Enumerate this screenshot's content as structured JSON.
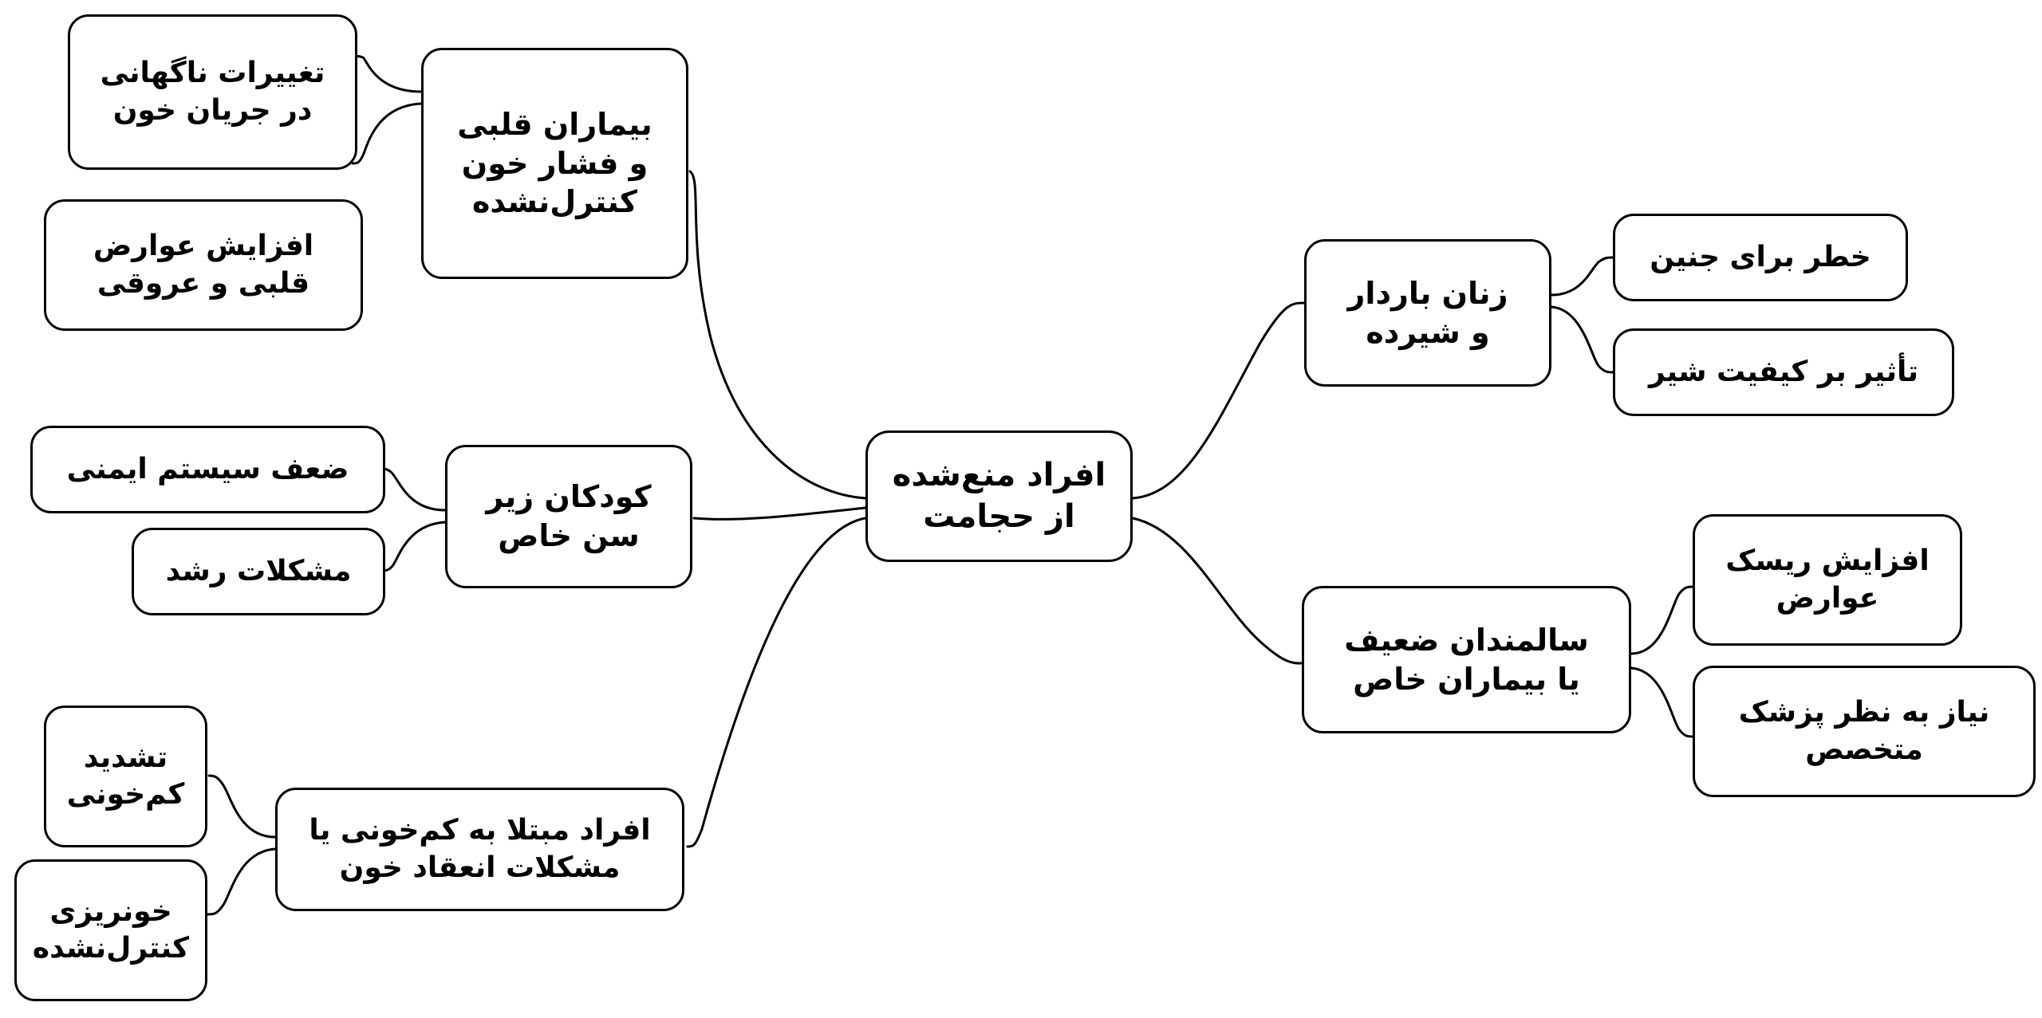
{
  "diagram": {
    "title": "افراد منع‌شده از حجامت",
    "type": "mind-map",
    "direction": "rtl",
    "colors": {
      "background": "#ffffff",
      "node_border": "#000000",
      "node_fill": "#ffffff",
      "edge": "#000000",
      "text": "#000000"
    }
  },
  "central": {
    "label": "افراد منع‌شده\nاز حجامت"
  },
  "branches": [
    {
      "id": "cardiac",
      "label": "بیماران قلبی\nو فشار خون\nکنترل‌نشده",
      "side": "left",
      "children": [
        {
          "id": "cardiac-c1",
          "label": "تغییرات ناگهانی\nدر جریان خون"
        },
        {
          "id": "cardiac-c2",
          "label": "افزایش عوارض\nقلبی و عروقی"
        }
      ]
    },
    {
      "id": "children",
      "label": "کودکان زیر\nسن خاص",
      "side": "left",
      "children": [
        {
          "id": "children-c1",
          "label": "ضعف سیستم ایمنی"
        },
        {
          "id": "children-c2",
          "label": "مشکلات رشد"
        }
      ]
    },
    {
      "id": "anemia",
      "label": "افراد مبتلا به کم‌خونی یا\nمشکلات انعقاد خون",
      "side": "left",
      "children": [
        {
          "id": "anemia-c1",
          "label": "تشدید\nکم‌خونی"
        },
        {
          "id": "anemia-c2",
          "label": "خونریزی\nکنترل‌نشده"
        }
      ]
    },
    {
      "id": "pregnant",
      "label": "زنان باردار\nو شیرده",
      "side": "right",
      "children": [
        {
          "id": "pregnant-c1",
          "label": "خطر برای جنین"
        },
        {
          "id": "pregnant-c2",
          "label": "تأثیر بر کیفیت شیر"
        }
      ]
    },
    {
      "id": "elderly",
      "label": "سالمندان ضعیف\nیا بیماران خاص",
      "side": "right",
      "children": [
        {
          "id": "elderly-c1",
          "label": "افزایش ریسک\nعوارض"
        },
        {
          "id": "elderly-c2",
          "label": "نیاز به نظر پزشک\nمتخصص"
        }
      ]
    }
  ]
}
